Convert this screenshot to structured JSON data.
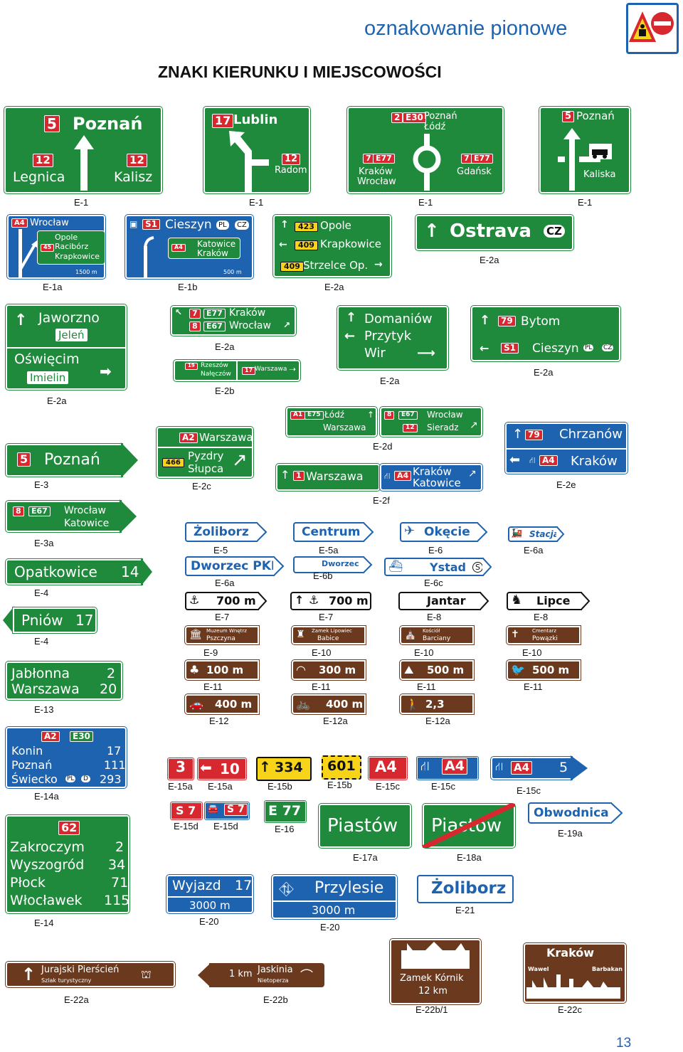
{
  "header": {
    "subtitle": "oznakowanie pionowe",
    "title": "ZNAKI KIERUNKU I MIEJSCOWOŚCI",
    "page_number": "13"
  },
  "labels": {
    "e1": "E-1",
    "e1a": "E-1a",
    "e1b": "E-1b",
    "e2a": "E-2a",
    "e2b": "E-2b",
    "e2c": "E-2c",
    "e2d": "E-2d",
    "e2e": "E-2e",
    "e2f": "E-2f",
    "e3": "E-3",
    "e3a": "E-3a",
    "e4": "E-4",
    "e5": "E-5",
    "e5a": "E-5a",
    "e6": "E-6",
    "e6a": "E-6a",
    "e6b": "E-6b",
    "e6c": "E-6c",
    "e7": "E-7",
    "e8": "E-8",
    "e9": "E-9",
    "e10": "E-10",
    "e11": "E-11",
    "e12": "E-12",
    "e12a": "E-12a",
    "e13": "E-13",
    "e14": "E-14",
    "e14a": "E-14a",
    "e15a": "E-15a",
    "e15b": "E-15b",
    "e15c": "E-15c",
    "e15d": "E-15d",
    "e16": "E-16",
    "e17a": "E-17a",
    "e18a": "E-18a",
    "e19a": "E-19a",
    "e20": "E-20",
    "e21": "E-21",
    "e22a": "E-22a",
    "e22b": "E-22b",
    "e22b1": "E-22b/1",
    "e22c": "E-22c"
  },
  "signs": {
    "s1": {
      "num": "5",
      "city": "Poznań",
      "left_num": "12",
      "left": "Legnica",
      "right_num": "12",
      "right": "Kalisz"
    },
    "s2": {
      "num": "17",
      "city": "Lublin",
      "right_num": "12",
      "right": "Radom"
    },
    "s3": {
      "num": "2",
      "enum": "E30",
      "city1": "Poznań",
      "city2": "Łódź",
      "left_num": "7",
      "left_enum": "E77",
      "left1": "Kraków",
      "left2": "Wrocław",
      "right_num": "7",
      "right_enum": "E77",
      "right": "Gdańsk"
    },
    "s4": {
      "num": "5",
      "city": "Poznań",
      "right": "Kaliska"
    },
    "e1a": {
      "num": "A4",
      "top": "Wrocław",
      "n45": "45",
      "l1": "Opole",
      "l2": "Racibórz",
      "l3": "Krapkowice",
      "dist": "1500 m"
    },
    "e1b": {
      "num": "S1",
      "city": "Cieszyn",
      "pl": "PL",
      "cz": "CZ",
      "num2": "A4",
      "c2": "Katowice",
      "c3": "Kraków",
      "dist": "500 m"
    },
    "e2a1": {
      "n1": "423",
      "c1": "Opole",
      "n2": "409",
      "c2": "Krapkowice",
      "n3": "409",
      "c3": "Strzelce Op."
    },
    "e2a2": {
      "city": "Ostrava",
      "cz": "CZ"
    },
    "e2a3": {
      "c1": "Jaworzno",
      "c2": "Jeleń",
      "c3": "Oświęcim",
      "c4": "Imielin"
    },
    "e2a4": {
      "n1": "7",
      "e1": "E77",
      "c1": "Kraków",
      "n2": "8",
      "e2": "E67",
      "c2": "Wrocław"
    },
    "e2b": {
      "n1": "19",
      "c1": "Rzeszów",
      "c2": "Nałęczów",
      "n2": "17",
      "c3": "Warszawa"
    },
    "e2a5": {
      "c1": "Domaniów",
      "c2": "Przytyk",
      "c3": "Wir"
    },
    "e2a6": {
      "n1": "79",
      "c1": "Bytom",
      "n2": "S1",
      "c2": "Cieszyn",
      "pl": "PL",
      "cz": "CZ"
    },
    "e2d": {
      "n1": "A1",
      "e1": "E75",
      "c1": "Łódź",
      "c2": "Warszawa",
      "n2": "8",
      "e2": "E67",
      "c3": "Wrocław",
      "n3": "12",
      "c4": "Sieradz"
    },
    "e2f": {
      "n1": "1",
      "c1": "Warszawa",
      "n2": "A4",
      "c2": "Kraków",
      "c3": "Katowice"
    },
    "e2c": {
      "n1": "A2",
      "c1": "Warszawa",
      "n2": "466",
      "c2": "Pyzdry",
      "c3": "Słupca"
    },
    "e2e": {
      "n1": "79",
      "c1": "Chrzanów",
      "n2": "A4",
      "c2": "Kraków"
    },
    "e3": {
      "num": "5",
      "city": "Poznań"
    },
    "e3a": {
      "num": "8",
      "enum": "E67",
      "c1": "Wrocław",
      "c2": "Katowice"
    },
    "e4a": {
      "city": "Opatkowice",
      "dist": "14"
    },
    "e4b": {
      "city": "Pniów",
      "dist": "17"
    },
    "e13": {
      "c1": "Jabłonna",
      "d1": "2",
      "c2": "Warszawa",
      "d2": "20"
    },
    "e14a": {
      "n1": "A2",
      "n2": "E30",
      "c1": "Konin",
      "d1": "17",
      "c2": "Poznań",
      "d2": "111",
      "c3": "Świecko",
      "pl": "PL",
      "d": "D",
      "d3": "293"
    },
    "e14": {
      "num": "62",
      "c1": "Zakroczym",
      "d1": "2",
      "c2": "Wyszogród",
      "d2": "34",
      "c3": "Płock",
      "d3": "71",
      "c4": "Włocławek",
      "d4": "115"
    },
    "e5": "Żoliborz",
    "e5a": "Centrum",
    "e6": "Okęcie",
    "e6a_stacja": "Stacja",
    "e6a": "Dworzec PKP",
    "e6b": "Dworzec",
    "e6c": "Ystad",
    "e6c_s": "S",
    "e7a": "700 m",
    "e7b": "700 m",
    "e8a": "Jantar",
    "e8b": "Lipce",
    "e9": {
      "l1": "Muzeum Wnętrz",
      "l2": "Pszczyna"
    },
    "e10a": {
      "l1": "Zamek Lipowiec",
      "l2": "Babice"
    },
    "e10b": {
      "l1": "Kościół",
      "l2": "Barciany"
    },
    "e10c": {
      "l1": "Cmentarz",
      "l2": "Powązki"
    },
    "e11a": "100 m",
    "e11b": "300 m",
    "e11c": "500 m",
    "e11d": "500 m",
    "e12": "400 m",
    "e12a1": "400 m",
    "e12a2": "2,3",
    "e15a1": "3",
    "e15a2": "10",
    "e15b1": "334",
    "e15b2": "601",
    "e15c1": "A4",
    "e15c2": "A4",
    "e15c3n": "A4",
    "e15c3d": "5",
    "e15d1": "S 7",
    "e15d2": "S 7",
    "e16": "E 77",
    "e17a": "Piastów",
    "e18a": "Piastów",
    "e19a": "Obwodnica",
    "e20a": {
      "l1": "Wyjazd",
      "n": "17",
      "l2": "3000 m"
    },
    "e20b": {
      "l1": "Przylesie",
      "l2": "3000 m"
    },
    "e21": "Żoliborz",
    "e22a": {
      "l1": "Jurajski Pierścień",
      "l2": "Szlak turystyczny"
    },
    "e22b": {
      "d": "1 km",
      "l1": "Jaskinia",
      "l2": "Nietoperza"
    },
    "e22b1": {
      "l1": "Zamek Kórnik",
      "l2": "12 km"
    },
    "e22c": {
      "city": "Kraków",
      "l": "Wawel",
      "r": "Barbakan"
    }
  }
}
